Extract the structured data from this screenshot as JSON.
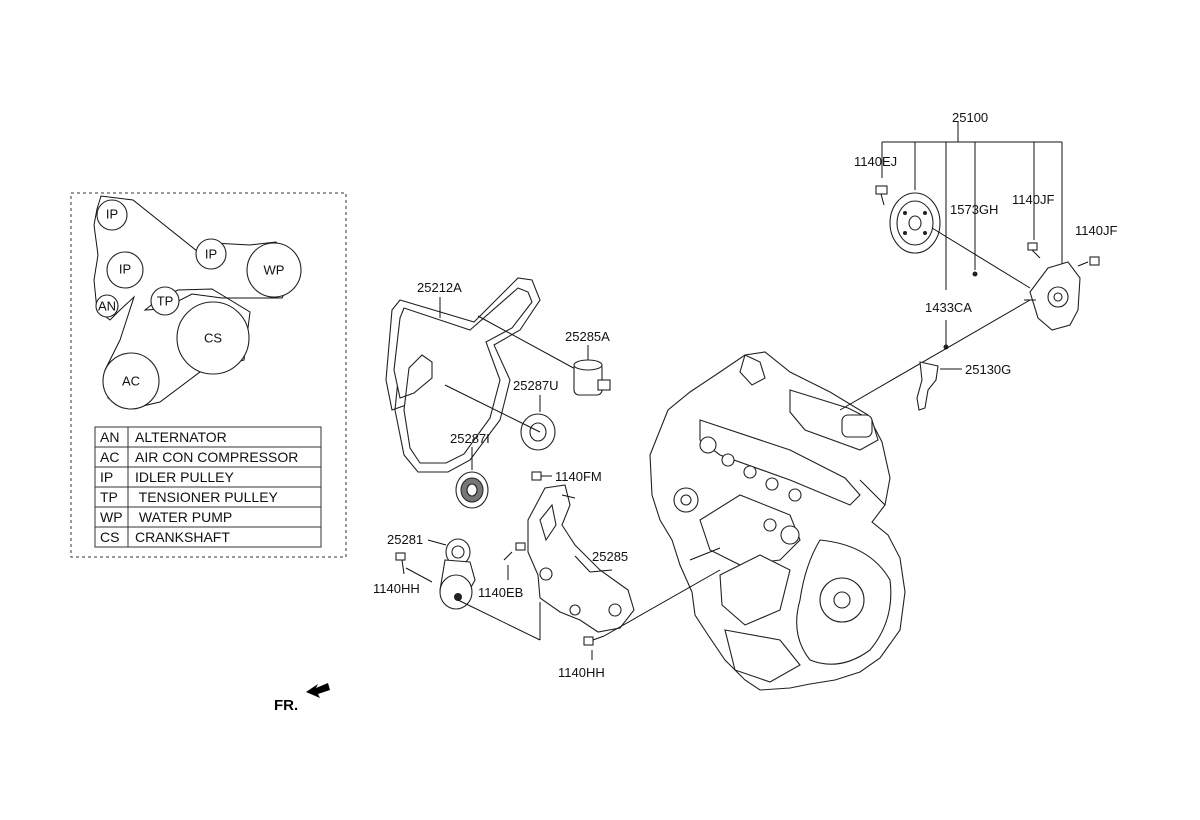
{
  "belt_diagram": {
    "pulleys": [
      {
        "code": "IP"
      },
      {
        "code": "IP"
      },
      {
        "code": "IP"
      },
      {
        "code": "WP"
      },
      {
        "code": "AN"
      },
      {
        "code": "TP"
      },
      {
        "code": "CS"
      },
      {
        "code": "AC"
      }
    ],
    "legend": [
      {
        "code": "AN",
        "name": "ALTERNATOR"
      },
      {
        "code": "AC",
        "name": "AIR CON COMPRESSOR"
      },
      {
        "code": "IP",
        "name": "IDLER PULLEY"
      },
      {
        "code": "TP",
        "name": " TENSIONER PULLEY"
      },
      {
        "code": "WP",
        "name": " WATER PUMP"
      },
      {
        "code": "CS",
        "name": "CRANKSHAFT"
      }
    ]
  },
  "part_labels": {
    "p25100": "25100",
    "p1140EJ": "1140EJ",
    "p1573GH": "1573GH",
    "p1140JF_a": "1140JF",
    "p1140JF_b": "1140JF",
    "p1433CA": "1433CA",
    "p25130G": "25130G",
    "p25212A": "25212A",
    "p25285A": "25285A",
    "p25287U": "25287U",
    "p25287I": "25287I",
    "p1140FM": "1140FM",
    "p25281": "25281",
    "p1140HH_a": "1140HH",
    "p1140EB": "1140EB",
    "p25285": "25285",
    "p1140HH_b": "1140HH"
  },
  "direction_marker": {
    "text": "FR."
  }
}
